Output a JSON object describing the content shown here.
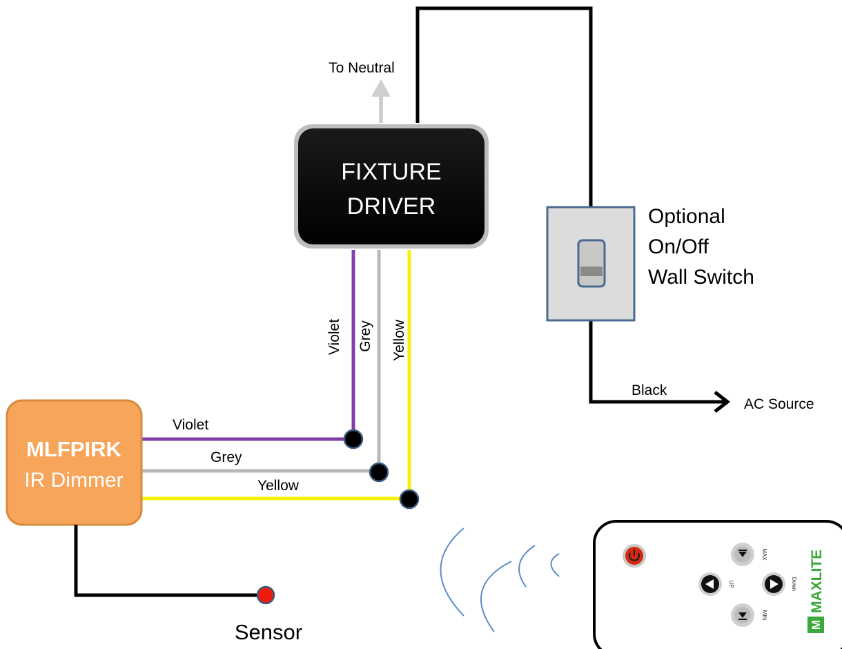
{
  "fixture_driver": {
    "line1": "FIXTURE",
    "line2": "DRIVER"
  },
  "neutral_label": "To Neutral",
  "switch_label": {
    "line1": "Optional",
    "line2": "On/Off",
    "line3": "Wall Switch"
  },
  "black_label": "Black",
  "ac_source_label": "AC Source",
  "dimmer": {
    "name": "MLFPIRK",
    "subtitle": "IR Dimmer"
  },
  "wire_labels_vertical": {
    "violet": "Violet",
    "grey": "Grey",
    "yellow": "Yellow"
  },
  "wire_labels_horizontal": {
    "violet": "Violet",
    "grey": "Grey",
    "yellow": "Yellow"
  },
  "sensor_label": "Sensor",
  "remote": {
    "brand": "MAXLITE",
    "max_label": "MAX",
    "min_label": "MIN",
    "up_label": "UP",
    "down_label": "Down"
  },
  "colors": {
    "violet": "#8040a8",
    "grey": "#b8b8b8",
    "yellow": "#f5f00a",
    "black": "#000000",
    "dimmer_fill": "#f7a55a",
    "dimmer_stroke": "#d88a3c",
    "switch_fill": "#dcdcdc",
    "switch_stroke": "#4a6a90",
    "wave": "#5a8cc6",
    "sensor": "#ee1c0c"
  }
}
